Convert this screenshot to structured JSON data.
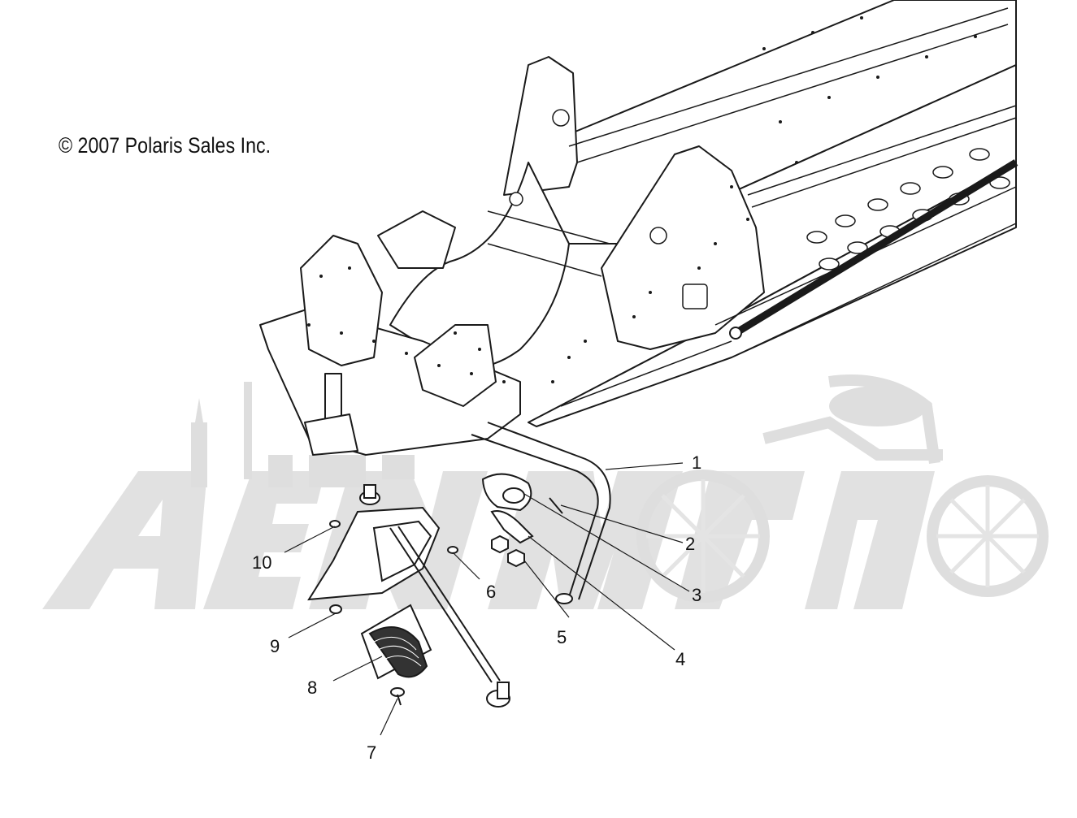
{
  "copyright": "© 2007 Polaris Sales Inc.",
  "watermark": {
    "color": "#dcdcdc"
  },
  "callouts": [
    {
      "label": "1"
    },
    {
      "label": "2"
    },
    {
      "label": "3"
    },
    {
      "label": "4"
    },
    {
      "label": "5"
    },
    {
      "label": "6"
    },
    {
      "label": "7"
    },
    {
      "label": "8"
    },
    {
      "label": "9"
    },
    {
      "label": "10"
    }
  ]
}
